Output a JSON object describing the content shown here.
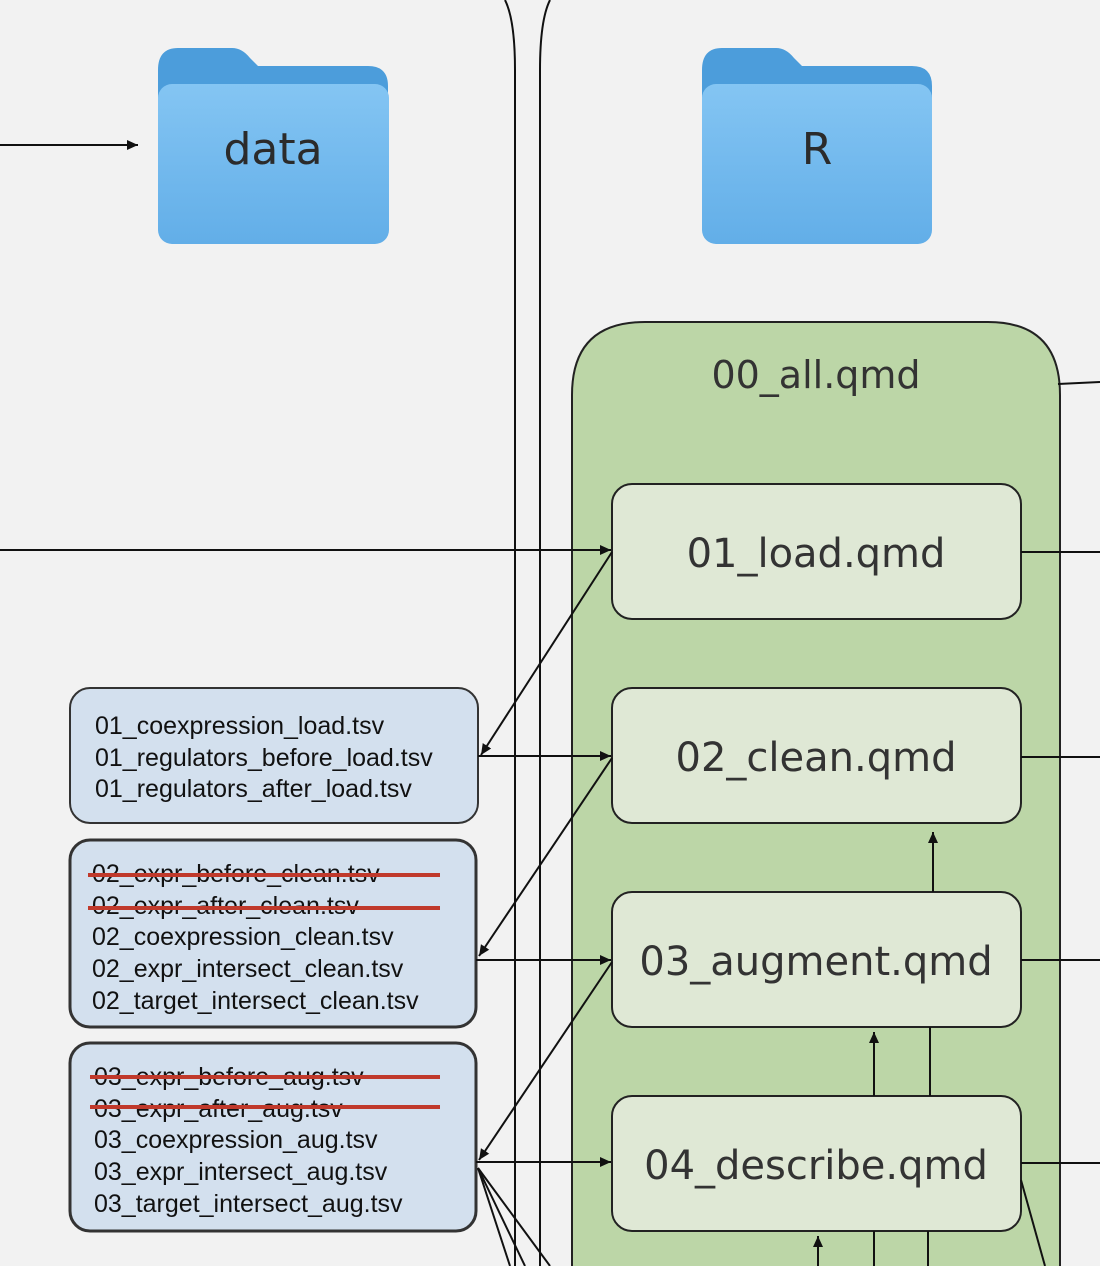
{
  "folders": {
    "data": {
      "label": "data"
    },
    "r": {
      "label": "R"
    }
  },
  "pipeline": {
    "main": "00_all.qmd",
    "steps": [
      "01_load.qmd",
      "02_clean.qmd",
      "03_augment.qmd",
      "04_describe.qmd"
    ]
  },
  "outputs": {
    "load": {
      "files": [
        {
          "name": "01_coexpression_load.tsv",
          "struck": false
        },
        {
          "name": "01_regulators_before_load.tsv",
          "struck": false
        },
        {
          "name": "01_regulators_after_load.tsv",
          "struck": false
        }
      ]
    },
    "clean": {
      "files": [
        {
          "name": "02_expr_before_clean.tsv",
          "struck": true
        },
        {
          "name": "02_expr_after_clean.tsv",
          "struck": true
        },
        {
          "name": "02_coexpression_clean.tsv",
          "struck": false
        },
        {
          "name": "02_expr_intersect_clean.tsv",
          "struck": false
        },
        {
          "name": "02_target_intersect_clean.tsv",
          "struck": false
        }
      ]
    },
    "augment": {
      "files": [
        {
          "name": "03_expr_before_aug.tsv",
          "struck": true
        },
        {
          "name": "03_expr_after_aug.tsv",
          "struck": true
        },
        {
          "name": "03_coexpression_aug.tsv",
          "struck": false
        },
        {
          "name": "03_expr_intersect_aug.tsv",
          "struck": false
        },
        {
          "name": "03_target_intersect_aug.tsv",
          "struck": false
        }
      ]
    }
  },
  "colors": {
    "background": "#f2f2f2",
    "folder_back": "#4a9ad8",
    "folder_front": "#79bdf0",
    "group_fill": "#bcd6a7",
    "step_fill": "#dfe8d5",
    "file_box_fill": "#d3e0ee",
    "strike": "#c0392b",
    "line": "#111111"
  }
}
